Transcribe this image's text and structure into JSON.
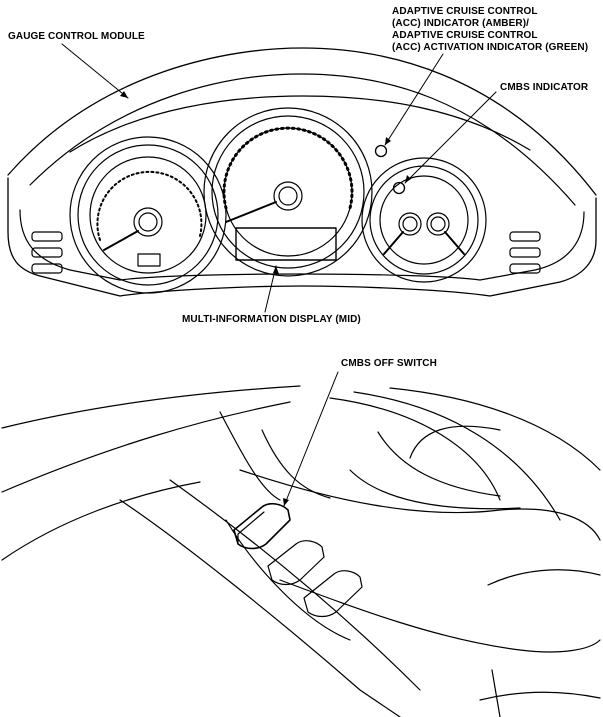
{
  "labels": {
    "gauge_control_module": "GAUGE CONTROL MODULE",
    "acc_indicator": [
      "ADAPTIVE CRUISE CONTROL",
      "(ACC) INDICATOR (AMBER)/",
      "ADAPTIVE CRUISE CONTROL",
      "(ACC) ACTIVATION INDICATOR (GREEN)"
    ],
    "cmbs_indicator": "CMBS INDICATOR",
    "mid": "MULTI-INFORMATION DISPLAY (MID)",
    "cmbs_off_switch": "CMBS OFF SWITCH"
  },
  "colors": {
    "line": "#000000",
    "background": "#ffffff"
  }
}
